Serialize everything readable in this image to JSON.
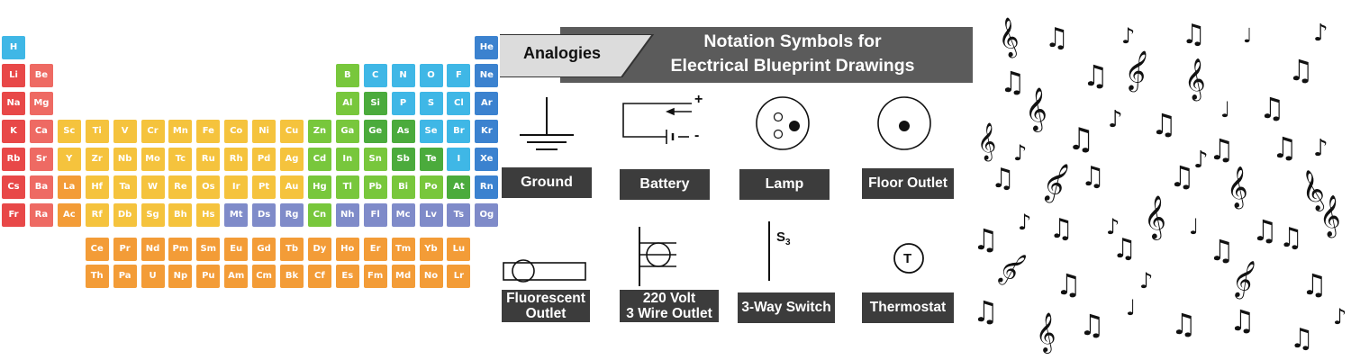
{
  "periodic_table": {
    "colors": {
      "hydrogen": "#3fb7e6",
      "alkali": "#e84848",
      "alkaline_earth": "#ee6a63",
      "transition": "#f5c33d",
      "post_transition": "#78c73c",
      "metalloid": "#4bab3c",
      "nonmetal": "#3fb7e6",
      "noble_gas": "#3b82cf",
      "lanthanide_actinide": "#f39c37",
      "superheavy_lavender": "#7f8bc9",
      "lanthanum_actinium": "#f39c37"
    },
    "elements": [
      {
        "symbol": "H",
        "row": 1,
        "col": 1,
        "cat": "hydrogen"
      },
      {
        "symbol": "He",
        "row": 1,
        "col": 18,
        "cat": "noble_gas"
      },
      {
        "symbol": "Li",
        "row": 2,
        "col": 1,
        "cat": "alkali"
      },
      {
        "symbol": "Be",
        "row": 2,
        "col": 2,
        "cat": "alkaline_earth"
      },
      {
        "symbol": "B",
        "row": 2,
        "col": 13,
        "cat": "post_transition"
      },
      {
        "symbol": "C",
        "row": 2,
        "col": 14,
        "cat": "nonmetal"
      },
      {
        "symbol": "N",
        "row": 2,
        "col": 15,
        "cat": "nonmetal"
      },
      {
        "symbol": "O",
        "row": 2,
        "col": 16,
        "cat": "nonmetal"
      },
      {
        "symbol": "F",
        "row": 2,
        "col": 17,
        "cat": "nonmetal"
      },
      {
        "symbol": "Ne",
        "row": 2,
        "col": 18,
        "cat": "noble_gas"
      },
      {
        "symbol": "Na",
        "row": 3,
        "col": 1,
        "cat": "alkali"
      },
      {
        "symbol": "Mg",
        "row": 3,
        "col": 2,
        "cat": "alkaline_earth"
      },
      {
        "symbol": "Al",
        "row": 3,
        "col": 13,
        "cat": "post_transition"
      },
      {
        "symbol": "Si",
        "row": 3,
        "col": 14,
        "cat": "metalloid"
      },
      {
        "symbol": "P",
        "row": 3,
        "col": 15,
        "cat": "nonmetal"
      },
      {
        "symbol": "S",
        "row": 3,
        "col": 16,
        "cat": "nonmetal"
      },
      {
        "symbol": "Cl",
        "row": 3,
        "col": 17,
        "cat": "nonmetal"
      },
      {
        "symbol": "Ar",
        "row": 3,
        "col": 18,
        "cat": "noble_gas"
      },
      {
        "symbol": "K",
        "row": 4,
        "col": 1,
        "cat": "alkali"
      },
      {
        "symbol": "Ca",
        "row": 4,
        "col": 2,
        "cat": "alkaline_earth"
      },
      {
        "symbol": "Sc",
        "row": 4,
        "col": 3,
        "cat": "transition"
      },
      {
        "symbol": "Ti",
        "row": 4,
        "col": 4,
        "cat": "transition"
      },
      {
        "symbol": "V",
        "row": 4,
        "col": 5,
        "cat": "transition"
      },
      {
        "symbol": "Cr",
        "row": 4,
        "col": 6,
        "cat": "transition"
      },
      {
        "symbol": "Mn",
        "row": 4,
        "col": 7,
        "cat": "transition"
      },
      {
        "symbol": "Fe",
        "row": 4,
        "col": 8,
        "cat": "transition"
      },
      {
        "symbol": "Co",
        "row": 4,
        "col": 9,
        "cat": "transition"
      },
      {
        "symbol": "Ni",
        "row": 4,
        "col": 10,
        "cat": "transition"
      },
      {
        "symbol": "Cu",
        "row": 4,
        "col": 11,
        "cat": "transition"
      },
      {
        "symbol": "Zn",
        "row": 4,
        "col": 12,
        "cat": "post_transition"
      },
      {
        "symbol": "Ga",
        "row": 4,
        "col": 13,
        "cat": "post_transition"
      },
      {
        "symbol": "Ge",
        "row": 4,
        "col": 14,
        "cat": "metalloid"
      },
      {
        "symbol": "As",
        "row": 4,
        "col": 15,
        "cat": "metalloid"
      },
      {
        "symbol": "Se",
        "row": 4,
        "col": 16,
        "cat": "nonmetal"
      },
      {
        "symbol": "Br",
        "row": 4,
        "col": 17,
        "cat": "nonmetal"
      },
      {
        "symbol": "Kr",
        "row": 4,
        "col": 18,
        "cat": "noble_gas"
      },
      {
        "symbol": "Rb",
        "row": 5,
        "col": 1,
        "cat": "alkali"
      },
      {
        "symbol": "Sr",
        "row": 5,
        "col": 2,
        "cat": "alkaline_earth"
      },
      {
        "symbol": "Y",
        "row": 5,
        "col": 3,
        "cat": "transition"
      },
      {
        "symbol": "Zr",
        "row": 5,
        "col": 4,
        "cat": "transition"
      },
      {
        "symbol": "Nb",
        "row": 5,
        "col": 5,
        "cat": "transition"
      },
      {
        "symbol": "Mo",
        "row": 5,
        "col": 6,
        "cat": "transition"
      },
      {
        "symbol": "Tc",
        "row": 5,
        "col": 7,
        "cat": "transition"
      },
      {
        "symbol": "Ru",
        "row": 5,
        "col": 8,
        "cat": "transition"
      },
      {
        "symbol": "Rh",
        "row": 5,
        "col": 9,
        "cat": "transition"
      },
      {
        "symbol": "Pd",
        "row": 5,
        "col": 10,
        "cat": "transition"
      },
      {
        "symbol": "Ag",
        "row": 5,
        "col": 11,
        "cat": "transition"
      },
      {
        "symbol": "Cd",
        "row": 5,
        "col": 12,
        "cat": "post_transition"
      },
      {
        "symbol": "In",
        "row": 5,
        "col": 13,
        "cat": "post_transition"
      },
      {
        "symbol": "Sn",
        "row": 5,
        "col": 14,
        "cat": "post_transition"
      },
      {
        "symbol": "Sb",
        "row": 5,
        "col": 15,
        "cat": "metalloid"
      },
      {
        "symbol": "Te",
        "row": 5,
        "col": 16,
        "cat": "metalloid"
      },
      {
        "symbol": "I",
        "row": 5,
        "col": 17,
        "cat": "nonmetal"
      },
      {
        "symbol": "Xe",
        "row": 5,
        "col": 18,
        "cat": "noble_gas"
      },
      {
        "symbol": "Cs",
        "row": 6,
        "col": 1,
        "cat": "alkali"
      },
      {
        "symbol": "Ba",
        "row": 6,
        "col": 2,
        "cat": "alkaline_earth"
      },
      {
        "symbol": "La",
        "row": 6,
        "col": 3,
        "cat": "lanthanum_actinium"
      },
      {
        "symbol": "Hf",
        "row": 6,
        "col": 4,
        "cat": "transition"
      },
      {
        "symbol": "Ta",
        "row": 6,
        "col": 5,
        "cat": "transition"
      },
      {
        "symbol": "W",
        "row": 6,
        "col": 6,
        "cat": "transition"
      },
      {
        "symbol": "Re",
        "row": 6,
        "col": 7,
        "cat": "transition"
      },
      {
        "symbol": "Os",
        "row": 6,
        "col": 8,
        "cat": "transition"
      },
      {
        "symbol": "Ir",
        "row": 6,
        "col": 9,
        "cat": "transition"
      },
      {
        "symbol": "Pt",
        "row": 6,
        "col": 10,
        "cat": "transition"
      },
      {
        "symbol": "Au",
        "row": 6,
        "col": 11,
        "cat": "transition"
      },
      {
        "symbol": "Hg",
        "row": 6,
        "col": 12,
        "cat": "post_transition"
      },
      {
        "symbol": "Tl",
        "row": 6,
        "col": 13,
        "cat": "post_transition"
      },
      {
        "symbol": "Pb",
        "row": 6,
        "col": 14,
        "cat": "post_transition"
      },
      {
        "symbol": "Bi",
        "row": 6,
        "col": 15,
        "cat": "post_transition"
      },
      {
        "symbol": "Po",
        "row": 6,
        "col": 16,
        "cat": "post_transition"
      },
      {
        "symbol": "At",
        "row": 6,
        "col": 17,
        "cat": "metalloid"
      },
      {
        "symbol": "Rn",
        "row": 6,
        "col": 18,
        "cat": "noble_gas"
      },
      {
        "symbol": "Fr",
        "row": 7,
        "col": 1,
        "cat": "alkali"
      },
      {
        "symbol": "Ra",
        "row": 7,
        "col": 2,
        "cat": "alkaline_earth"
      },
      {
        "symbol": "Ac",
        "row": 7,
        "col": 3,
        "cat": "lanthanum_actinium"
      },
      {
        "symbol": "Rf",
        "row": 7,
        "col": 4,
        "cat": "transition"
      },
      {
        "symbol": "Db",
        "row": 7,
        "col": 5,
        "cat": "transition"
      },
      {
        "symbol": "Sg",
        "row": 7,
        "col": 6,
        "cat": "transition"
      },
      {
        "symbol": "Bh",
        "row": 7,
        "col": 7,
        "cat": "transition"
      },
      {
        "symbol": "Hs",
        "row": 7,
        "col": 8,
        "cat": "transition"
      },
      {
        "symbol": "Mt",
        "row": 7,
        "col": 9,
        "cat": "superheavy_lavender"
      },
      {
        "symbol": "Ds",
        "row": 7,
        "col": 10,
        "cat": "superheavy_lavender"
      },
      {
        "symbol": "Rg",
        "row": 7,
        "col": 11,
        "cat": "superheavy_lavender"
      },
      {
        "symbol": "Cn",
        "row": 7,
        "col": 12,
        "cat": "post_transition"
      },
      {
        "symbol": "Nh",
        "row": 7,
        "col": 13,
        "cat": "superheavy_lavender"
      },
      {
        "symbol": "Fl",
        "row": 7,
        "col": 14,
        "cat": "superheavy_lavender"
      },
      {
        "symbol": "Mc",
        "row": 7,
        "col": 15,
        "cat": "superheavy_lavender"
      },
      {
        "symbol": "Lv",
        "row": 7,
        "col": 16,
        "cat": "superheavy_lavender"
      },
      {
        "symbol": "Ts",
        "row": 7,
        "col": 17,
        "cat": "superheavy_lavender"
      },
      {
        "symbol": "Og",
        "row": 7,
        "col": 18,
        "cat": "superheavy_lavender"
      },
      {
        "symbol": "Ce",
        "row": 9,
        "col": 4,
        "cat": "lanthanide_actinide"
      },
      {
        "symbol": "Pr",
        "row": 9,
        "col": 5,
        "cat": "lanthanide_actinide"
      },
      {
        "symbol": "Nd",
        "row": 9,
        "col": 6,
        "cat": "lanthanide_actinide"
      },
      {
        "symbol": "Pm",
        "row": 9,
        "col": 7,
        "cat": "lanthanide_actinide"
      },
      {
        "symbol": "Sm",
        "row": 9,
        "col": 8,
        "cat": "lanthanide_actinide"
      },
      {
        "symbol": "Eu",
        "row": 9,
        "col": 9,
        "cat": "lanthanide_actinide"
      },
      {
        "symbol": "Gd",
        "row": 9,
        "col": 10,
        "cat": "lanthanide_actinide"
      },
      {
        "symbol": "Tb",
        "row": 9,
        "col": 11,
        "cat": "lanthanide_actinide"
      },
      {
        "symbol": "Dy",
        "row": 9,
        "col": 12,
        "cat": "lanthanide_actinide"
      },
      {
        "symbol": "Ho",
        "row": 9,
        "col": 13,
        "cat": "lanthanide_actinide"
      },
      {
        "symbol": "Er",
        "row": 9,
        "col": 14,
        "cat": "lanthanide_actinide"
      },
      {
        "symbol": "Tm",
        "row": 9,
        "col": 15,
        "cat": "lanthanide_actinide"
      },
      {
        "symbol": "Yb",
        "row": 9,
        "col": 16,
        "cat": "lanthanide_actinide"
      },
      {
        "symbol": "Lu",
        "row": 9,
        "col": 17,
        "cat": "lanthanide_actinide"
      },
      {
        "symbol": "Th",
        "row": 10,
        "col": 4,
        "cat": "lanthanide_actinide"
      },
      {
        "symbol": "Pa",
        "row": 10,
        "col": 5,
        "cat": "lanthanide_actinide"
      },
      {
        "symbol": "U",
        "row": 10,
        "col": 6,
        "cat": "lanthanide_actinide"
      },
      {
        "symbol": "Np",
        "row": 10,
        "col": 7,
        "cat": "lanthanide_actinide"
      },
      {
        "symbol": "Pu",
        "row": 10,
        "col": 8,
        "cat": "lanthanide_actinide"
      },
      {
        "symbol": "Am",
        "row": 10,
        "col": 9,
        "cat": "lanthanide_actinide"
      },
      {
        "symbol": "Cm",
        "row": 10,
        "col": 10,
        "cat": "lanthanide_actinide"
      },
      {
        "symbol": "Bk",
        "row": 10,
        "col": 11,
        "cat": "lanthanide_actinide"
      },
      {
        "symbol": "Cf",
        "row": 10,
        "col": 12,
        "cat": "lanthanide_actinide"
      },
      {
        "symbol": "Es",
        "row": 10,
        "col": 13,
        "cat": "lanthanide_actinide"
      },
      {
        "symbol": "Fm",
        "row": 10,
        "col": 14,
        "cat": "lanthanide_actinide"
      },
      {
        "symbol": "Md",
        "row": 10,
        "col": 15,
        "cat": "lanthanide_actinide"
      },
      {
        "symbol": "No",
        "row": 10,
        "col": 16,
        "cat": "lanthanide_actinide"
      },
      {
        "symbol": "Lr",
        "row": 10,
        "col": 17,
        "cat": "lanthanide_actinide"
      }
    ]
  },
  "electrical": {
    "tab_label": "Analogies",
    "title_line1": "Notation Symbols for",
    "title_line2": "Electrical Blueprint Drawings",
    "banner_color": "#5b5b5b",
    "label_color": "#3c3c3c",
    "symbols": {
      "ground": "Ground",
      "battery": "Battery",
      "lamp": "Lamp",
      "floor_outlet": "Floor Outlet",
      "fluorescent_1": "Fluorescent",
      "fluorescent_2": "Outlet",
      "volt_1": "220 Volt",
      "volt_2": "3 Wire Outlet",
      "switch": "3-Way Switch",
      "thermostat": "Thermostat"
    },
    "battery_plus": "+",
    "battery_minus": "-",
    "switch_mark": "S",
    "switch_sub": "3",
    "thermostat_mark": "T"
  },
  "music": {
    "icons": [
      "treble-clef-icon",
      "eighth-note-icon",
      "beamed-notes-icon",
      "quarter-note-icon"
    ]
  }
}
